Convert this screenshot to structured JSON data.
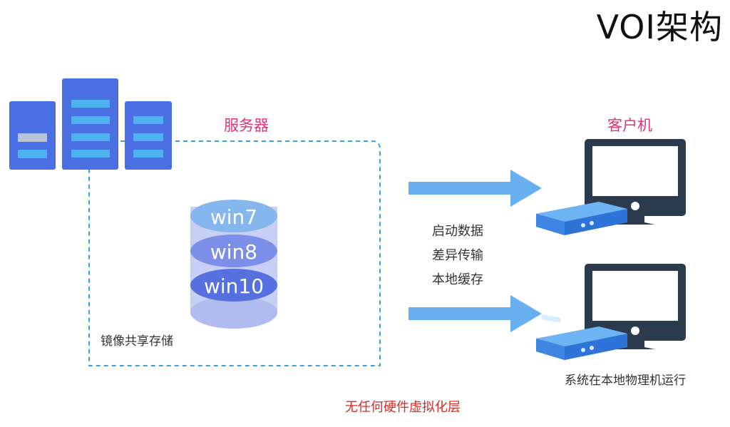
{
  "title": "VOI架构",
  "server_label": "服务器",
  "client_label": "客户机",
  "storage_label": "镜像共享存储",
  "images": [
    "win7",
    "win8",
    "win10"
  ],
  "transfer_lines": [
    "启动数据",
    "差异传输",
    "本地缓存"
  ],
  "local_run_label": "系统在本地物理机运行",
  "no_hypervisor_label": "无任何硬件虚拟化层",
  "icons": {
    "server": "server-rack-icon",
    "client": "desktop-computer-icon",
    "arrow": "right-arrow-icon"
  },
  "colors": {
    "accent_label": "#e2337a",
    "warning_label": "#e0271f",
    "server_blue": "#4a74e8",
    "arrow_blue": "#6aaff0",
    "monitor_dark": "#2c3a4e"
  }
}
